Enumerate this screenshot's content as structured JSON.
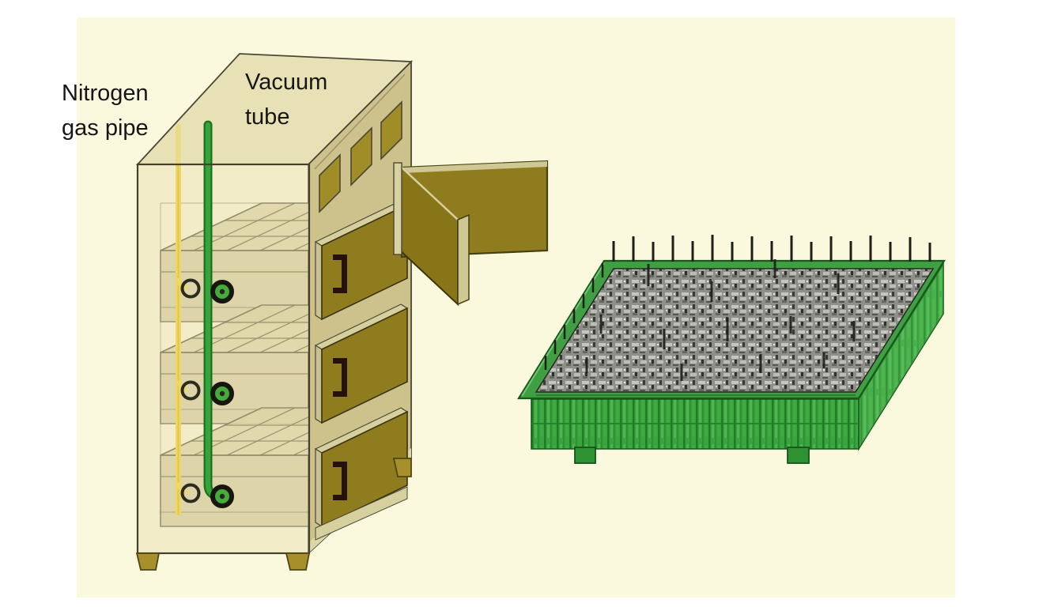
{
  "page": {
    "background_color": "#ffffff",
    "canvas_color": "#fbf9dd"
  },
  "diagram": {
    "description": "Vacuum drying oven with nitrogen gas pipe and vacuum tube, next to a green tray loaded with cells",
    "labels": {
      "nitrogen_line1": "Nitrogen",
      "nitrogen_line2": "gas pipe",
      "vacuum_line1": "Vacuum",
      "vacuum_line2": "tube"
    },
    "text_color": "#161616",
    "oven": {
      "name": "vacuum-drying-oven",
      "shelf_count": 3,
      "drawer_count": 3,
      "vent_count": 3,
      "door_state": "open",
      "body_color": "#cdc28c",
      "top_color": "#e7e1b5",
      "front_glass_color": "#e4dbac",
      "drawer_front_color": "#8f7c1f",
      "handle_color": "#26100a",
      "foot_color": "#a78f2b",
      "pipes": [
        {
          "name": "nitrogen-gas-pipe",
          "color": "#eed762"
        },
        {
          "name": "vacuum-tube",
          "color": "#35a43b"
        }
      ],
      "port_rows": 3
    },
    "tray": {
      "name": "cell-tray",
      "body_color": "#3aa23e",
      "bright_wall_color": "#45b148",
      "rim_color": "#3f9f42",
      "cell_color": "#8f8f8a",
      "pin_color": "#1f1f1a",
      "back_pin_count": 17,
      "leg_count": 2
    }
  }
}
